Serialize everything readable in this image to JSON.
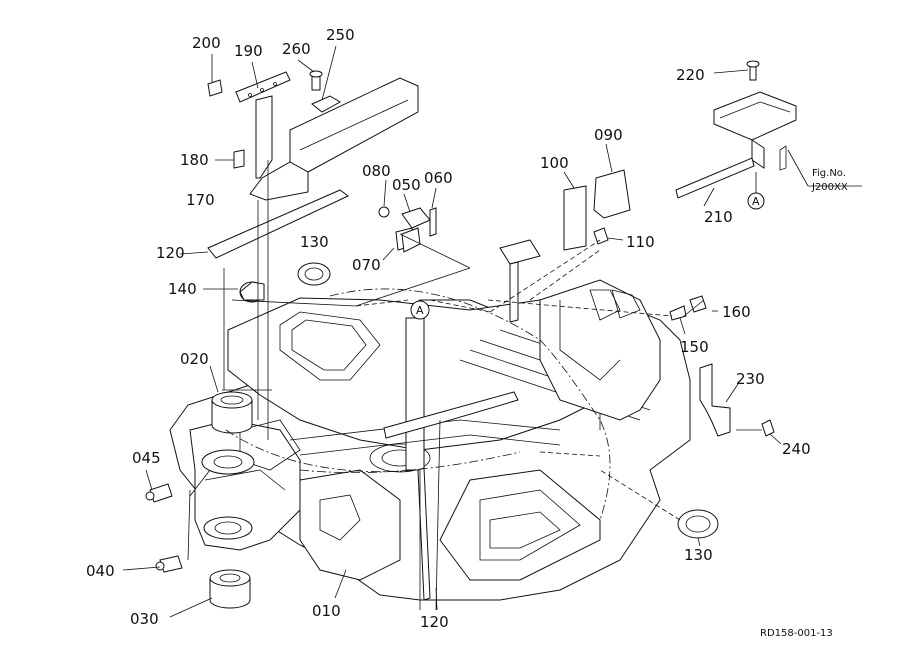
{
  "diagram": {
    "callouts": {
      "c200": "200",
      "c190": "190",
      "c260": "260",
      "c250": "250",
      "c180": "180",
      "c170": "170",
      "c120a": "120",
      "c140": "140",
      "c130a": "130",
      "c080": "080",
      "c050": "050",
      "c060": "060",
      "c070": "070",
      "c100": "100",
      "c090": "090",
      "c110": "110",
      "c220": "220",
      "c210": "210",
      "c160": "160",
      "c150": "150",
      "c230": "230",
      "c240": "240",
      "c020": "020",
      "c045": "045",
      "c040": "040",
      "c030": "030",
      "c010": "010",
      "c120b": "120",
      "c130b": "130"
    },
    "ref_a1": "A",
    "ref_a2": "A",
    "fig_label": "Fig.No.",
    "fig_number": "J200XX",
    "drawing_code": "RD158-001-13"
  }
}
